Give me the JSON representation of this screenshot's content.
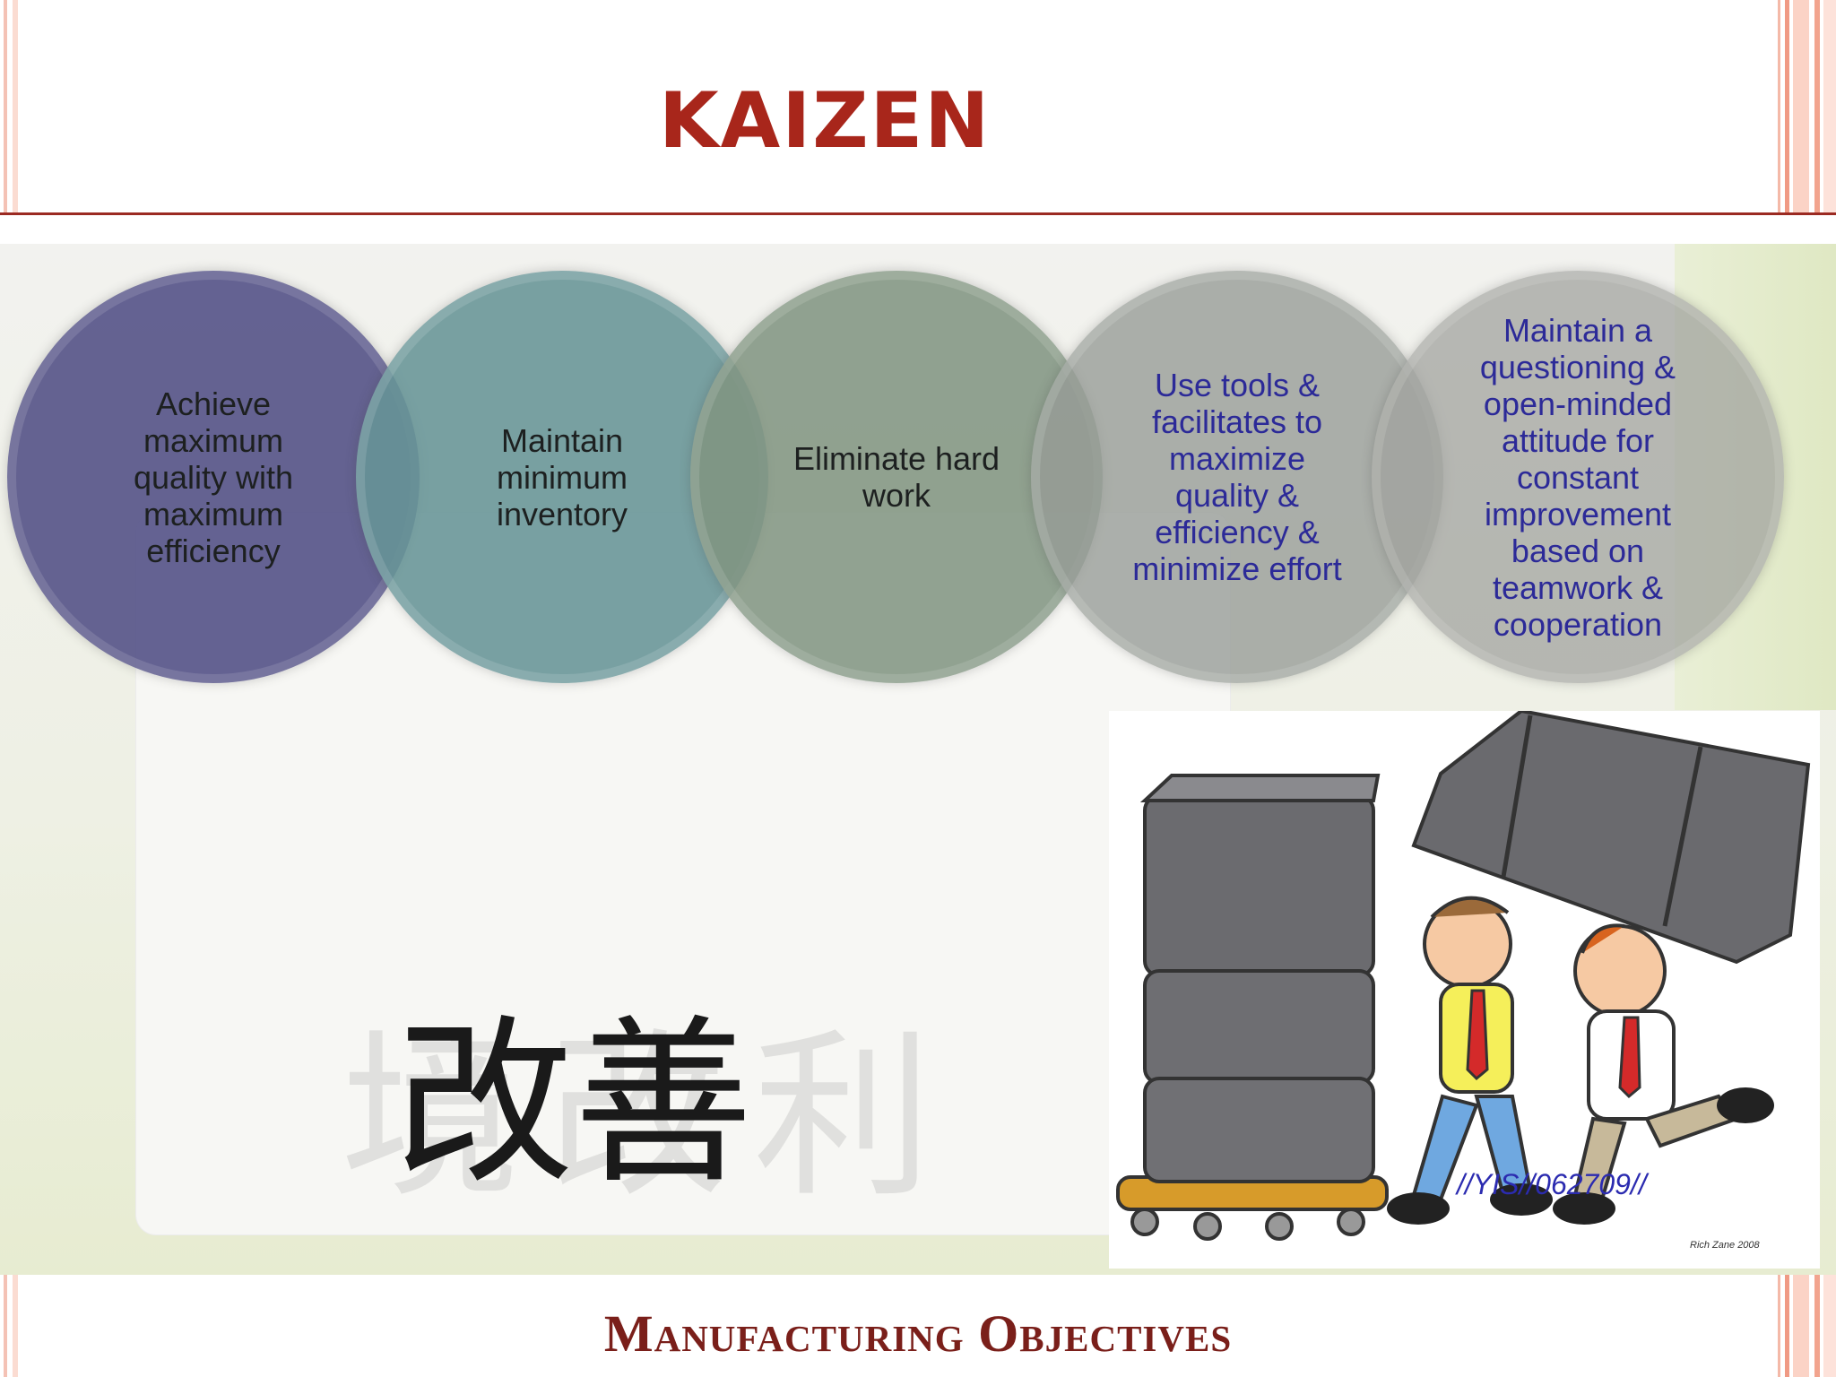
{
  "title": "KAIZEN",
  "circles": [
    {
      "text": "Achieve maximum quality with maximum efficiency"
    },
    {
      "text": "Maintain minimum inventory"
    },
    {
      "text": "Eliminate hard work"
    },
    {
      "text": "Use tools & facilitates to maximize quality & efficiency & minimize effort"
    },
    {
      "text": "Maintain a questioning & open-minded attitude for constant improvement based on teamwork & cooperation"
    }
  ],
  "kanji": "改善",
  "watermark": "//YIS//062709//",
  "signature": "Rich Zane 2008",
  "footer": "Manufacturing Objectives",
  "colors": {
    "title": "#a8261b",
    "footer": "#7a1f1a",
    "rule": "#9b2a22",
    "purple_text": "#2c2a98"
  }
}
